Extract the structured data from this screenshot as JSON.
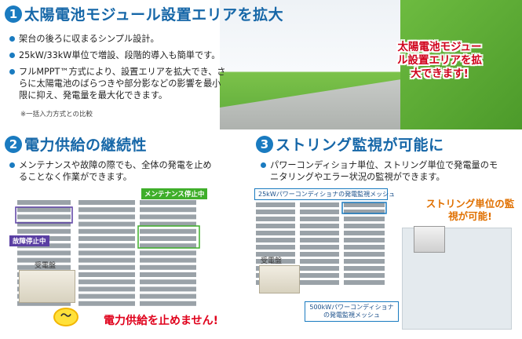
{
  "section1": {
    "number": "1",
    "title": "太陽電池モジュール設置エリアを拡大",
    "bullets": [
      "架台の後ろに収まるシンプル設計。",
      "25kW/33kW単位で増設、段階的導入も簡単です。",
      "フルMPPT™方式により、設置エリアを拡大でき、さらに太陽電池のばらつきや部分影などの影響を最小限に抑え、発電量を最大化できます。"
    ],
    "note": "※一括入力方式との比較",
    "callout": "太陽電池モジュール設置エリアを拡大できます!"
  },
  "section2": {
    "number": "2",
    "title": "電力供給の継続性",
    "bullets": [
      "メンテナンスや故障の際でも、全体の発電を止めることなく作業ができます。"
    ],
    "maintenance_label": "メンテナンス停止中",
    "failure_label": "故障停止中",
    "receiving_panel": "受電盤",
    "wave_symbol": "〜",
    "continuation_text": "電力供給を止めません!"
  },
  "section3": {
    "number": "3",
    "title": "ストリング監視が可能に",
    "bullets": [
      "パワーコンディショナ単位、ストリング単位で発電量のモニタリングやエラー状況の監視ができます。"
    ],
    "mesh_25kw": "25kWパワーコンディショナの発電監視メッシュ",
    "mesh_500kw": "500kWパワーコンディショナの発電監視メッシュ",
    "receiving_panel": "受電盤",
    "string_callout": "ストリング単位の監視が可能!"
  },
  "colors": {
    "brand_blue": "#1a7bc0",
    "title_blue": "#1667a8",
    "red": "#e0001b",
    "orange": "#e07000",
    "green": "#3fae2a",
    "purple": "#5a3fa3"
  }
}
